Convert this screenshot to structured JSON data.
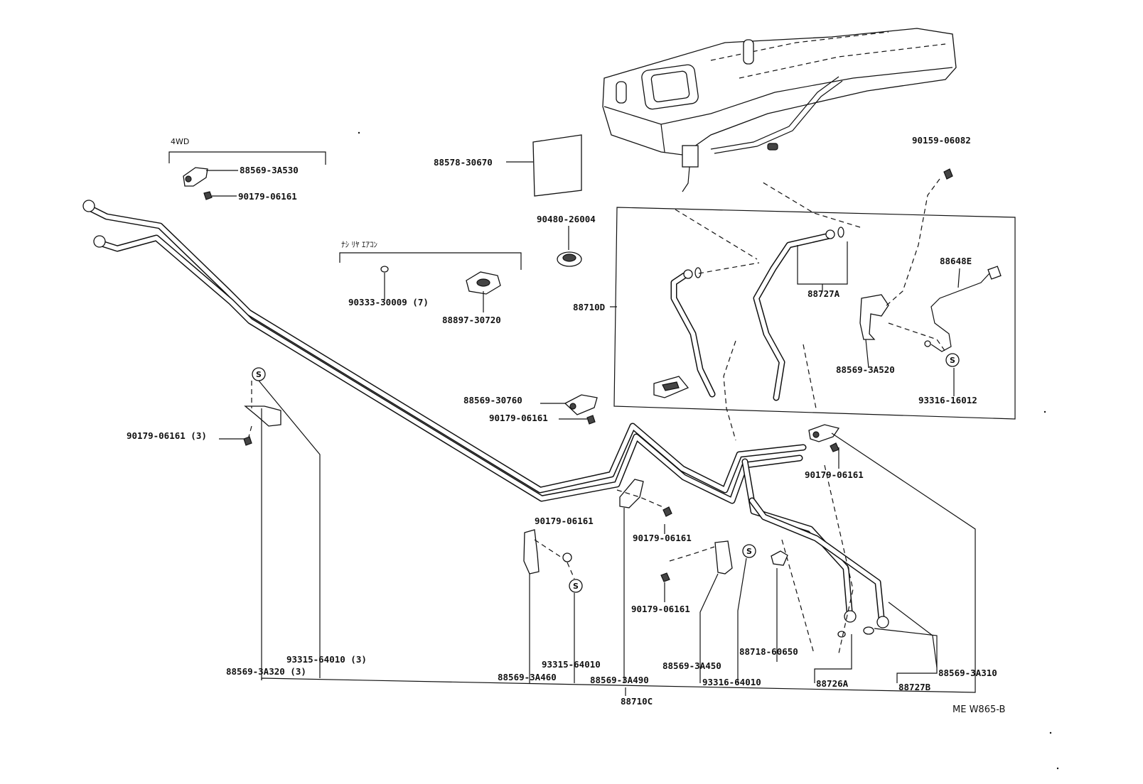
{
  "diagram": {
    "ref_code": "ME W865-B",
    "group_labels": {
      "fwd": "4WD",
      "rear_ac": "ﾅｼ ﾘﾔ ｴｱｺﾝ"
    },
    "parts": {
      "p88569_3A530": "88569-3A530",
      "p90179_06161_a": "90179-06161",
      "p88578_30670": "88578-30670",
      "p90159_06082": "90159-06082",
      "p90480_26004": "90480-26004",
      "p90333_30009": "90333-30009 (7)",
      "p88897_30720": "88897-30720",
      "p88710D": "88710D",
      "p88727A": "88727A",
      "p88648E": "88648E",
      "p88569_3A520": "88569-3A520",
      "p93316_16012": "93316-16012",
      "p88569_30760": "88569-30760",
      "p90179_06161_b": "90179-06161",
      "p90179_06161_3": "90179-06161 (3)",
      "p90179_06161_c": "90179-06161",
      "p90179_06161_d": "90179-06161",
      "p90179_06161_e": "90179-06161",
      "p90179_06161_f": "90179-06161",
      "p93315_64010_3": "93315-64010 (3)",
      "p88569_3A320_3": "88569-3A320 (3)",
      "p93315_64010_a": "93315-64010",
      "p88569_3A460": "88569-3A460",
      "p88569_3A490": "88569-3A490",
      "p88569_3A450": "88569-3A450",
      "p93316_64010": "93316-64010",
      "p88718_60650": "88718-60650",
      "p88726A": "88726A",
      "p88727B": "88727B",
      "p88569_3A310": "88569-3A310",
      "p88710C": "88710C"
    },
    "s_mark": "S"
  }
}
